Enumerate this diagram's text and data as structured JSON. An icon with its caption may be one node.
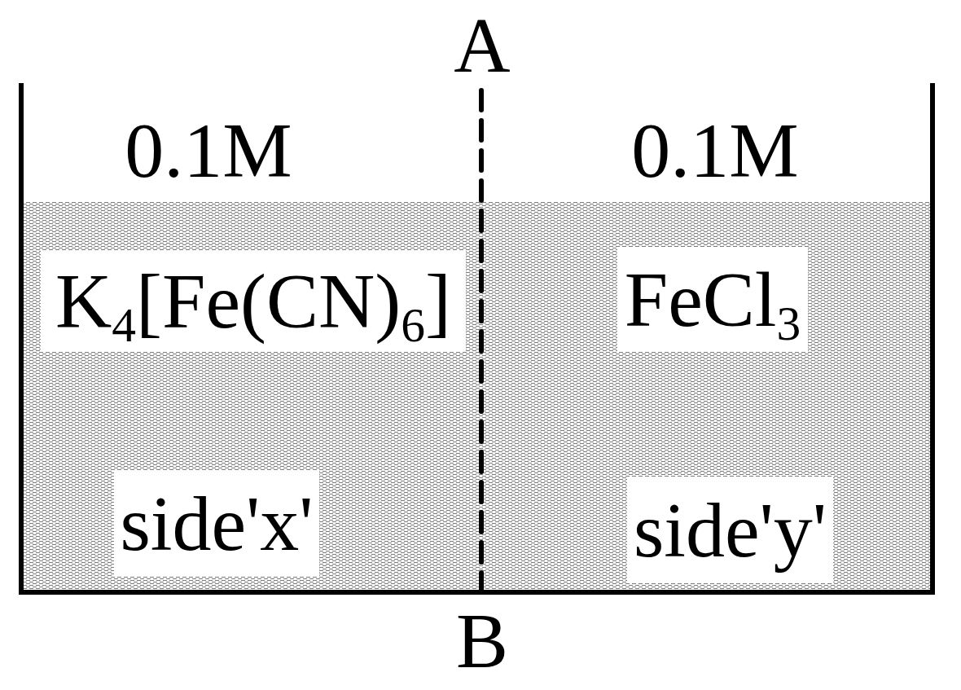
{
  "diagram": {
    "labels": [
      "A",
      "0.1M",
      "0.1M",
      "K$_{4}$[Fe(CN)$_{6}$]",
      "FeCl$_{3}$",
      "side'x'",
      "side'y'",
      "B"
    ]
  }
}
